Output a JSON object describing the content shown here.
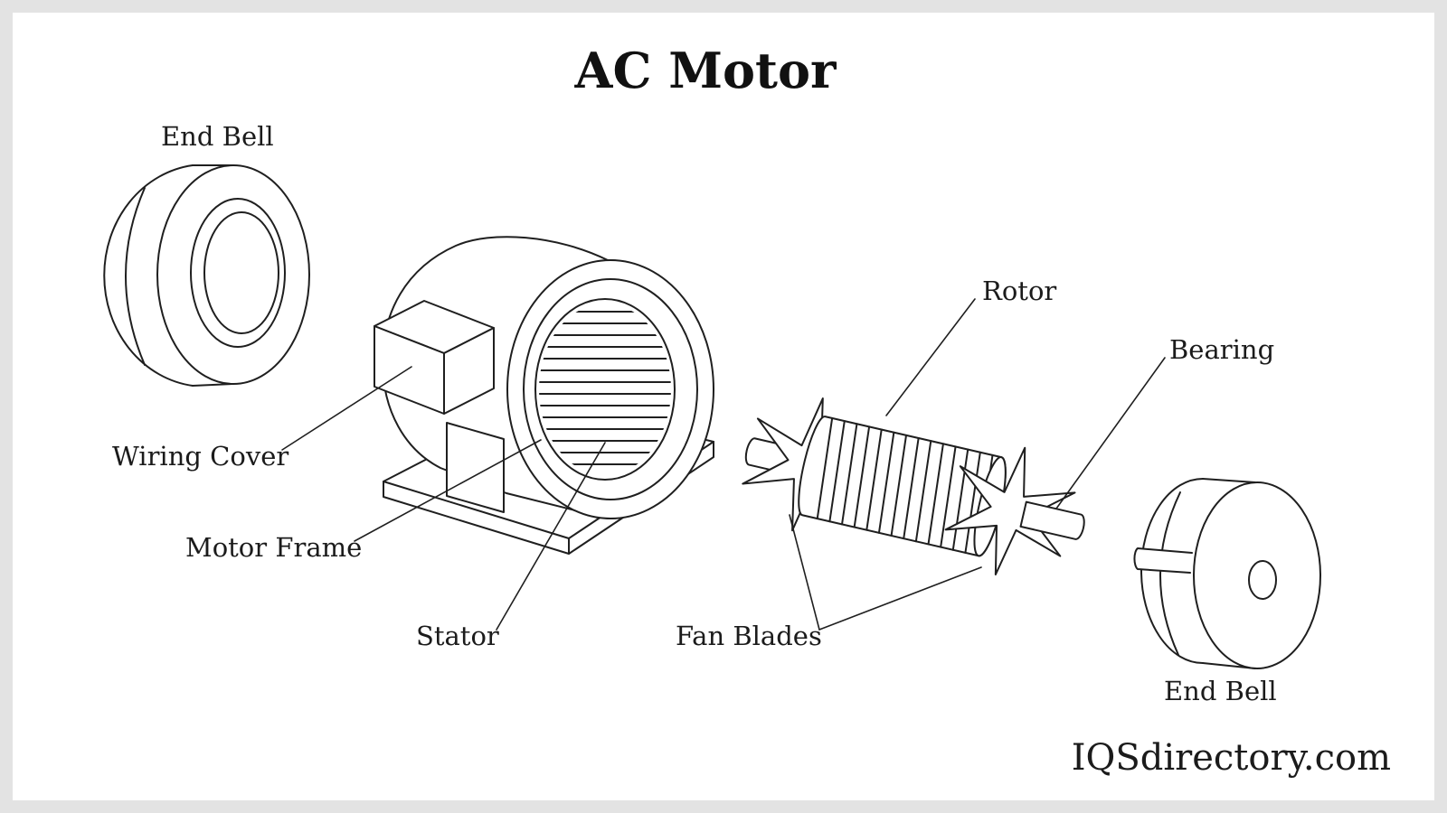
{
  "title": "AC Motor",
  "watermark": "IQSdirectory.com",
  "labels": {
    "end_bell_left": "End Bell",
    "wiring_cover": "Wiring Cover",
    "motor_frame": "Motor Frame",
    "stator": "Stator",
    "rotor": "Rotor",
    "bearing": "Bearing",
    "fan_blades": "Fan Blades",
    "end_bell_right": "End Bell"
  },
  "colors": {
    "line": "#1f1f1f",
    "canvas": "#ffffff",
    "border": "#e3e3e3"
  }
}
